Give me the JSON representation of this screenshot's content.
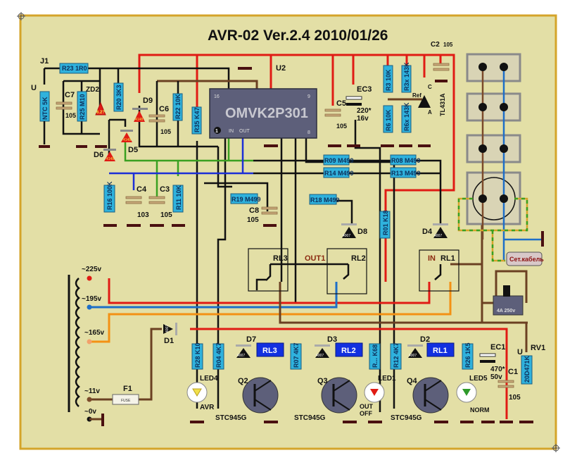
{
  "title": "AVR-02 Ver.2.4  2010/01/26",
  "colors": {
    "background": "#e3dfa6",
    "border": "#d4a42a",
    "wire_red": "#e01b14",
    "wire_blue": "#1c2fd6",
    "wire_lightblue": "#1e6fc8",
    "wire_green": "#3aa021",
    "wire_orange": "#f39114",
    "wire_brown": "#6b4022",
    "resistor": "#2fb2dd",
    "ic_body": "#5d5f7a",
    "transistor": "#5d5f7a",
    "relay_coil": "#1230e0"
  },
  "ic": {
    "ref": "U2",
    "part": "OMVK2P301",
    "pin16": "16",
    "pin9": "9",
    "pin1": "1",
    "pin8": "8",
    "in_label": "IN",
    "out_label": "OUT"
  },
  "connector": {
    "ref": "J1"
  },
  "ntc": {
    "ref": "U",
    "value": "NTC 5K"
  },
  "resistors": {
    "r23": "R23  1R0",
    "r25": "R25 M10",
    "r20": "R20 3K3",
    "r22": "R22 10K",
    "r35": "R35 K47",
    "r3": "R3  10K",
    "r3x": "R3x 143K",
    "r6": "R6  10K",
    "r6x": "R6x 143K",
    "r09": "R09 M499",
    "r14": "R14 M499",
    "r08": "R08 M499",
    "r13": "R13 M499",
    "r19": "R19 M499",
    "r18": "R18 M499",
    "r16": "R16 100K",
    "r11": "R11 10K",
    "r01": "R01 K18",
    "r28": "R28 K10",
    "r04": "R04 4K7",
    "r07": "R07 4K7",
    "rk68": "R... K68",
    "r12": "R12 4K7",
    "r26": "R26 1K5"
  },
  "capacitors": {
    "c7": {
      "ref": "C7",
      "value": "105"
    },
    "c6": {
      "ref": "C6",
      "value": "105"
    },
    "c5": {
      "ref": "C5",
      "value": "105"
    },
    "ec3": {
      "ref": "EC3",
      "value": "220*",
      "voltage": "16v"
    },
    "c2": {
      "ref": "C2",
      "value": "105"
    },
    "c4": {
      "ref": "C4",
      "value": "103"
    },
    "c3": {
      "ref": "C3",
      "value": "105"
    },
    "c8": {
      "ref": "C8",
      "value": "105"
    },
    "ec1": {
      "ref": "EC1",
      "value": "470*",
      "voltage": "50v"
    },
    "c1": {
      "ref": "C1",
      "value": "105"
    }
  },
  "diodes": {
    "zd2": {
      "ref": "ZD2",
      "value": "6.2?"
    },
    "d9": {
      "ref": "D9",
      "value": "4148"
    },
    "d5": {
      "ref": "D5",
      "value": "4148"
    },
    "d6": {
      "ref": "D6",
      "value": "4148"
    },
    "d8": {
      "ref": "D8",
      "value": "4007"
    },
    "d4": {
      "ref": "D4",
      "value": "4007"
    },
    "d1": {
      "ref": "D1",
      "value": "4007"
    },
    "d7": {
      "ref": "D7",
      "value": "4007"
    },
    "d3": {
      "ref": "D3",
      "value": "4007"
    },
    "d2": {
      "ref": "D2",
      "value": "4007"
    }
  },
  "tl431": {
    "part": "TL431A",
    "ref_pin": "Ref",
    "c_pin": "C",
    "a_pin": "A"
  },
  "relays": {
    "rl3": "RL3",
    "rl2": "RL2",
    "rl1": "RL1",
    "out1_label": "OUT1",
    "in_label": "IN"
  },
  "transformer_taps": [
    "~225v",
    "~195v",
    "~165v",
    "~11v",
    "~0v"
  ],
  "fuse": {
    "ref": "F1",
    "label": "FUSE"
  },
  "transistors": {
    "q2": {
      "ref": "Q2",
      "part": "STC945G"
    },
    "q3": {
      "ref": "Q3",
      "part": "STC945G"
    },
    "q4": {
      "ref": "Q4",
      "part": "STC945G"
    }
  },
  "leds": {
    "led4": {
      "ref": "LED4",
      "label": "AVR",
      "color": "#f2e04a"
    },
    "led1": {
      "ref": "LED1",
      "label1": "OUT",
      "label2": "OFF",
      "color": "#e01b14"
    },
    "led5": {
      "ref": "LED5",
      "label": "NORM",
      "color": "#2e9a2a"
    }
  },
  "mains_cable": "Сет.кабель",
  "breaker": "4A  250v",
  "varistor": {
    "ref": "RV1",
    "prefix": "U",
    "value": "20D471K"
  }
}
